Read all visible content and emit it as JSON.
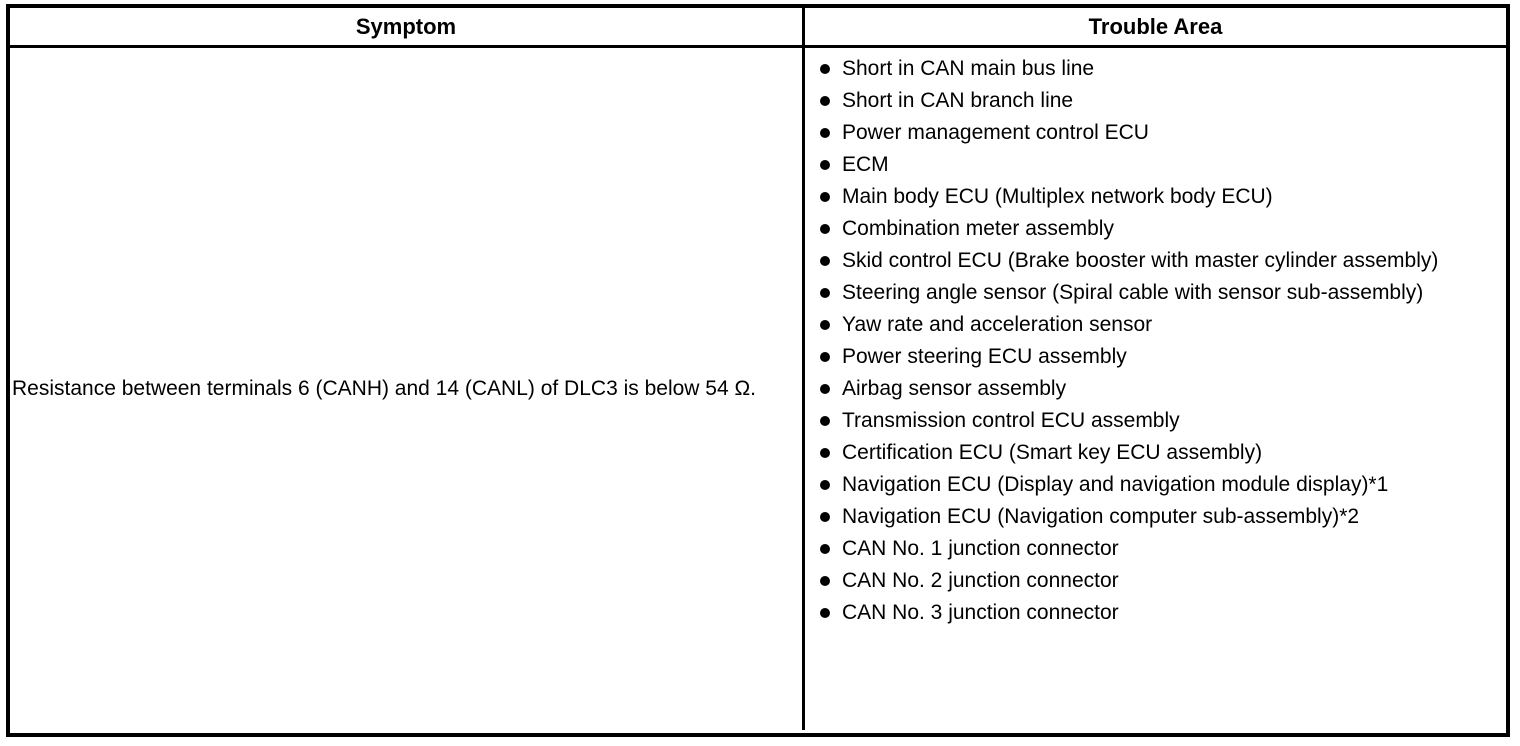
{
  "table": {
    "headers": {
      "symptom": "Symptom",
      "trouble_area": "Trouble Area"
    },
    "row": {
      "symptom": "Resistance between terminals 6 (CANH) and 14 (CANL) of DLC3 is below 54 Ω.",
      "trouble_areas": [
        "Short in CAN main bus line",
        "Short in CAN branch line",
        "Power management control ECU",
        "ECM",
        "Main body ECU (Multiplex network body ECU)",
        "Combination meter assembly",
        "Skid control ECU (Brake booster with master cylinder assembly)",
        "Steering angle sensor (Spiral cable with sensor sub-assembly)",
        "Yaw rate and acceleration sensor",
        "Power steering ECU assembly",
        "Airbag sensor assembly",
        "Transmission control ECU assembly",
        "Certification ECU (Smart key ECU assembly)",
        "Navigation ECU (Display and navigation module display)*1",
        "Navigation ECU (Navigation computer sub-assembly)*2",
        "CAN No. 1 junction connector",
        "CAN No. 2 junction connector",
        "CAN No. 3 junction connector"
      ]
    },
    "colors": {
      "border": "#000000",
      "text": "#000000",
      "background": "#ffffff"
    }
  }
}
